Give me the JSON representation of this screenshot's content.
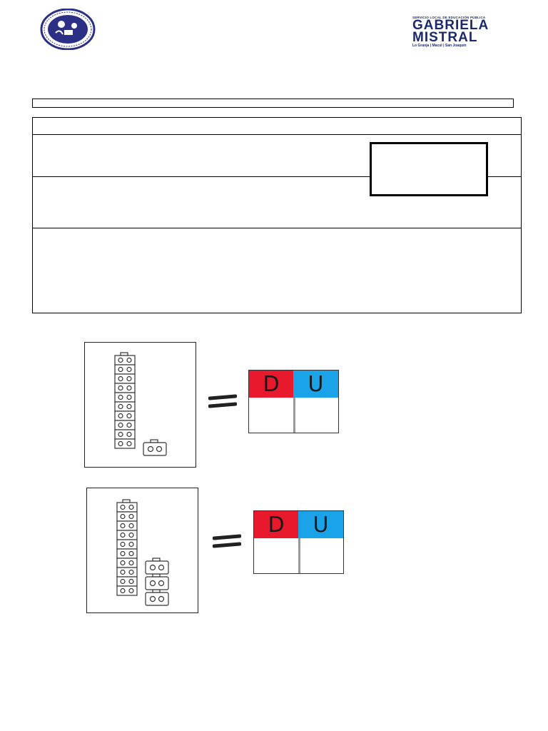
{
  "header": {
    "brand": {
      "line1": "SERVICIO LOCAL DE EDUCACIÓN PÚBLICA",
      "line2": "GABRIELA",
      "line3": "MISTRAL",
      "line4": "Lo Granja | Macul | San Joaquín"
    }
  },
  "colors": {
    "decenas": "#e8192c",
    "unidades": "#1aa3e8",
    "seal": "#2b2f86"
  },
  "exercises": [
    {
      "tens_units_shown": 1,
      "loose_units_shown": 1,
      "head_d": "D",
      "head_u": "U"
    },
    {
      "tens_units_shown": 1,
      "loose_units_shown": 3,
      "head_d": "D",
      "head_u": "U"
    }
  ]
}
